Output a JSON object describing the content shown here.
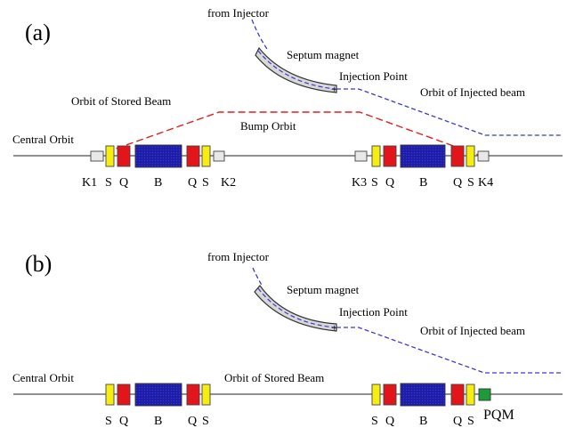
{
  "colors": {
    "sextupole": "#f5ee10",
    "quadrupole": "#e2151b",
    "bend": "#1e1ea8",
    "bend_texture": "#3535c8",
    "kicker": "#e8e8e8",
    "septum": "#d8d8d8",
    "pqm": "#1d9a3a",
    "injected_line": "#3b3bc8",
    "bump_line": "#e02020",
    "orbit_line": "#222222"
  },
  "panel_a": {
    "label": "(a)",
    "from_injector": "from Injector",
    "septum": "Septum magnet",
    "injection_point": "Injection Point",
    "orbit_injected": "Orbit of Injected beam",
    "orbit_stored": "Orbit of Stored Beam",
    "bump_orbit": "Bump Orbit",
    "central_orbit": "Central Orbit",
    "magnet_labels": [
      "K1",
      "S",
      "Q",
      "B",
      "Q",
      "S",
      "K2",
      "K3",
      "S",
      "Q",
      "B",
      "Q",
      "S",
      "K4"
    ]
  },
  "panel_b": {
    "label": "(b)",
    "from_injector": "from Injector",
    "septum": "Septum magnet",
    "injection_point": "Injection Point",
    "orbit_injected": "Orbit of Injected beam",
    "orbit_stored": "Orbit of Stored Beam",
    "central_orbit": "Central Orbit",
    "magnet_labels": [
      "S",
      "Q",
      "B",
      "Q",
      "S",
      "S",
      "Q",
      "B",
      "Q",
      "S"
    ],
    "pqm": "PQM"
  }
}
